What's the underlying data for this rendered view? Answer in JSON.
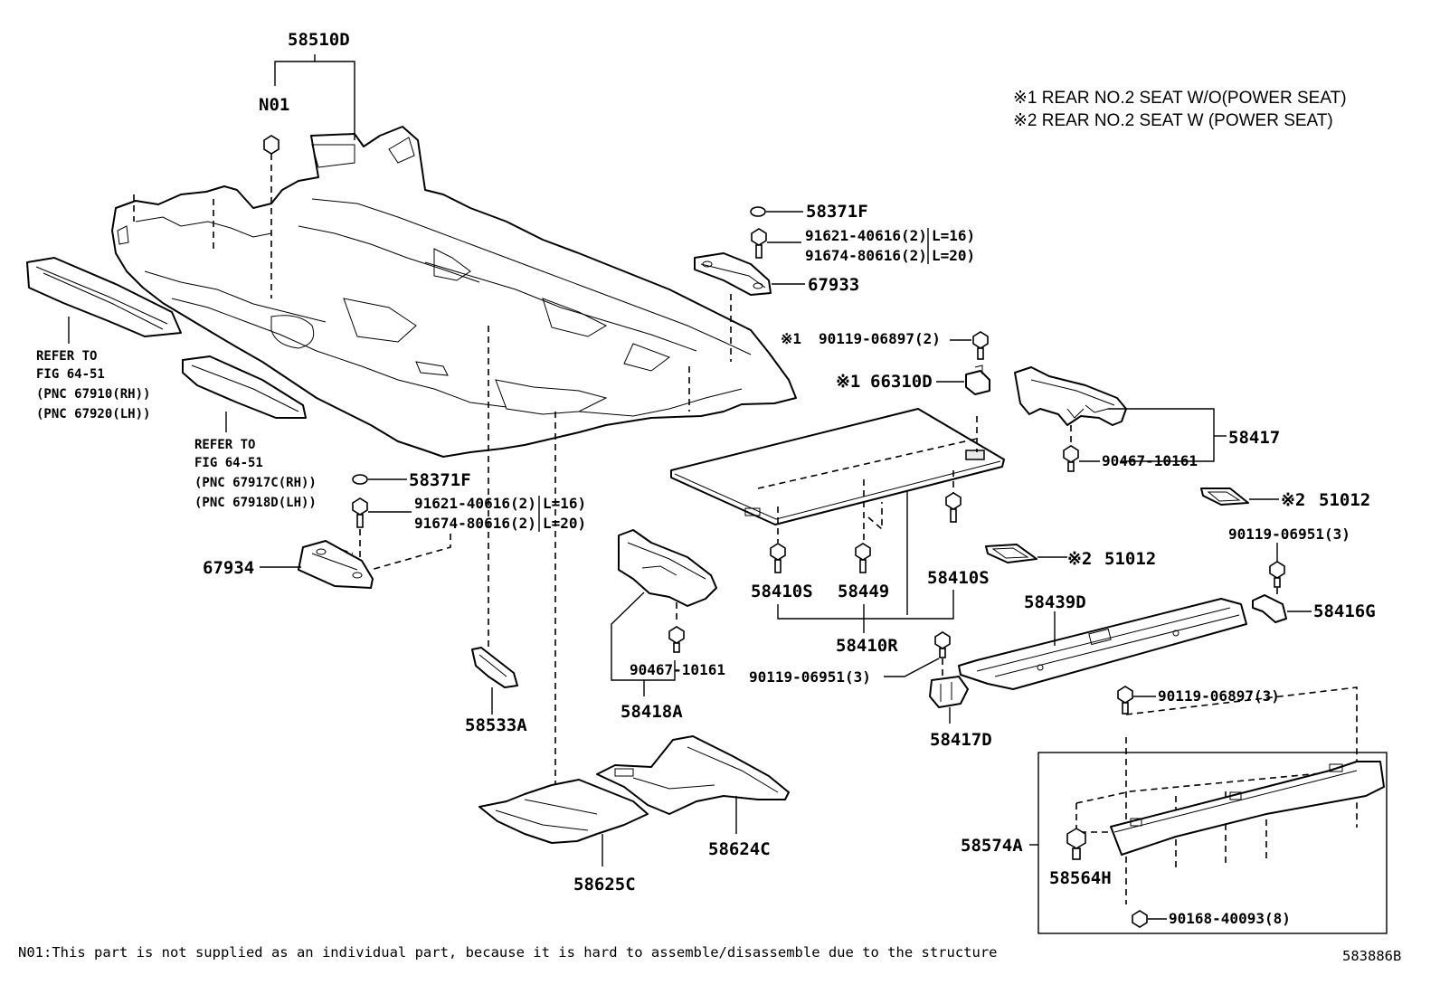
{
  "diagram_id": "583886B",
  "notes": {
    "note1": "※1 REAR NO.2 SEAT  W/O(POWER SEAT)",
    "note2": "※2 REAR NO.2 SEAT  W (POWER SEAT)"
  },
  "footnote": "N01:This part is not supplied as an individual part,  because it is hard to assemble/disassemble due to the structure",
  "refs": {
    "ref1": [
      "REFER TO",
      "FIG 64-51",
      "(PNC 67910(RH))",
      "(PNC 67920(LH))"
    ],
    "ref2": [
      "REFER TO",
      "FIG 64-51",
      "(PNC 67917C(RH))",
      "(PNC 67918D(LH))"
    ]
  },
  "labels": {
    "p58510D": "58510D",
    "pN01": "N01",
    "p58371F_top": "58371F",
    "p91621_top": "91621-40616(2)",
    "p91621_top_len": "L=16)",
    "p91674_top": "91674-80616(2)",
    "p91674_top_len": "L=20)",
    "p67933": "67933",
    "p90119_06897_top_mark": "※1",
    "p90119_06897_top": "90119-06897(2)",
    "p66310D_mark": "※1",
    "p66310D": "66310D",
    "p58417": "58417",
    "p90467_right": "90467-10161",
    "p51012_top_mark": "※2",
    "p51012_top": "51012",
    "p90119_06951_right": "90119-06951(3)",
    "p58416G": "58416G",
    "p51012_mid_mark": "※2",
    "p51012_mid": "51012",
    "p58439D": "58439D",
    "p58371F_left": "58371F",
    "p91621_left": "91621-40616(2)",
    "p91621_left_len": "L=16)",
    "p91674_left": "91674-80616(2)",
    "p91674_left_len": "L=20)",
    "p67934": "67934",
    "p58410S_a": "58410S",
    "p58449": "58449",
    "p58410S_b": "58410S",
    "p58410R": "58410R",
    "p90119_06951_mid": "90119-06951(3)",
    "p58417D": "58417D",
    "p90467_mid": "90467-10161",
    "p58418A": "58418A",
    "p58533A": "58533A",
    "p90119_06897_bot": "90119-06897(3)",
    "p58574A": "58574A",
    "p58564H": "58564H",
    "p90168": "90168-40093(8)",
    "p58624C": "58624C",
    "p58625C": "58625C"
  }
}
